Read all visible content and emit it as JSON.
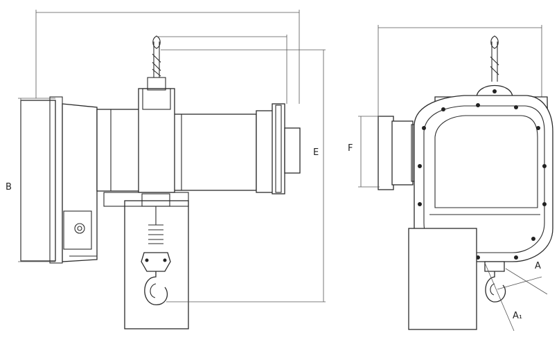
{
  "dimensions": {
    "B": "B",
    "E": "E",
    "F": "F",
    "A": "A",
    "A1": "A₁"
  },
  "views": [
    "side-view",
    "front-view"
  ],
  "colors": {
    "line": "#2a2a2a",
    "dimension": "#555555",
    "background": "#ffffff"
  }
}
